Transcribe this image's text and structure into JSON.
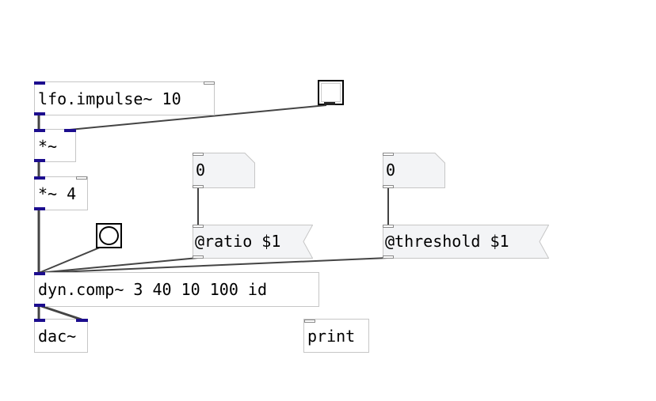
{
  "patch": {
    "objects": {
      "lfo": "lfo.impulse~ 10",
      "mul1": "*~",
      "mul4": "*~ 4",
      "num1": "0",
      "num2": "0",
      "msg_ratio": "@ratio $1",
      "msg_threshold": "@threshold $1",
      "dyncomp": "dyn.comp~ 3 40 10 100 id",
      "dac": "dac~",
      "print": "print"
    },
    "gui": {
      "toggle": "toggle-icon",
      "bang": "bang-icon"
    },
    "colors": {
      "signal_wire": "#444444",
      "inlet_signal": "#1c0d8e",
      "border": "#c6c6c6"
    }
  }
}
